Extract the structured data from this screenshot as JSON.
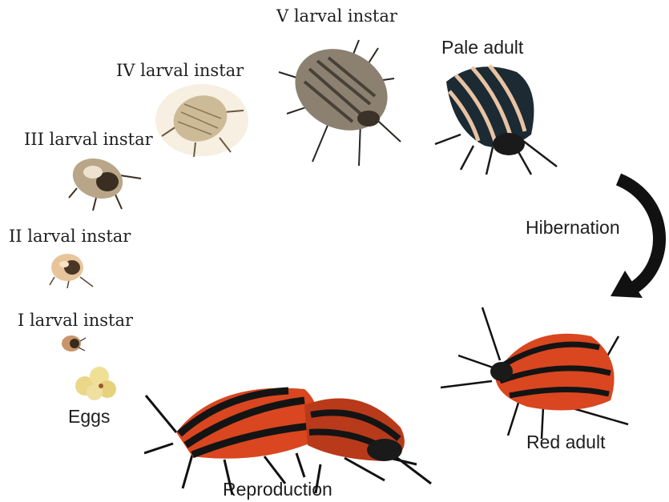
{
  "stages": {
    "v_instar": "V larval instar",
    "pale_adult": "Pale adult",
    "iv_instar": "IV larval instar",
    "iii_instar": "III larval instar",
    "ii_instar": "II larval instar",
    "i_instar": "I larval instar",
    "eggs": "Eggs",
    "reproduction": "Reproduction",
    "red_adult": "Red adult",
    "hibernation": "Hibernation"
  },
  "colors": {
    "adult_stripe_red": "#d9461f",
    "adult_stripe_black": "#141414",
    "pale_stripe": "#e8c3a3",
    "nymph_tan": "#c9b38f",
    "egg_yellow": "#f2e08a",
    "arrow": "#111111",
    "text": "#1e1e1e"
  },
  "icons": [
    "bug-illustration",
    "hibernation-arrow-icon",
    "egg-cluster-icon"
  ]
}
